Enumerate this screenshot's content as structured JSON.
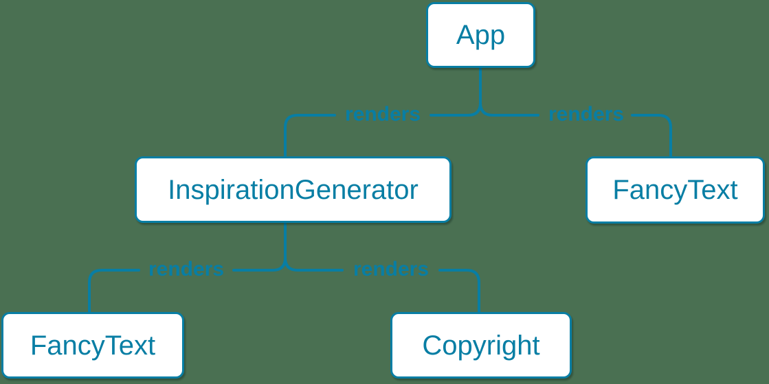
{
  "diagram": {
    "type": "render-tree",
    "nodes": [
      {
        "id": "app",
        "label": "App"
      },
      {
        "id": "inspiration-generator",
        "label": "InspirationGenerator"
      },
      {
        "id": "fancy-text-right",
        "label": "FancyText"
      },
      {
        "id": "fancy-text-left",
        "label": "FancyText"
      },
      {
        "id": "copyright",
        "label": "Copyright"
      }
    ],
    "edges": [
      {
        "from": "App",
        "to": "InspirationGenerator",
        "label": "renders"
      },
      {
        "from": "App",
        "to": "FancyText",
        "label": "renders"
      },
      {
        "from": "InspirationGenerator",
        "to": "FancyText",
        "label": "renders"
      },
      {
        "from": "InspirationGenerator",
        "to": "Copyright",
        "label": "renders"
      }
    ],
    "colors": {
      "accent": "#087ea4",
      "node_bg": "#ffffff",
      "background": "#4a7052"
    }
  }
}
